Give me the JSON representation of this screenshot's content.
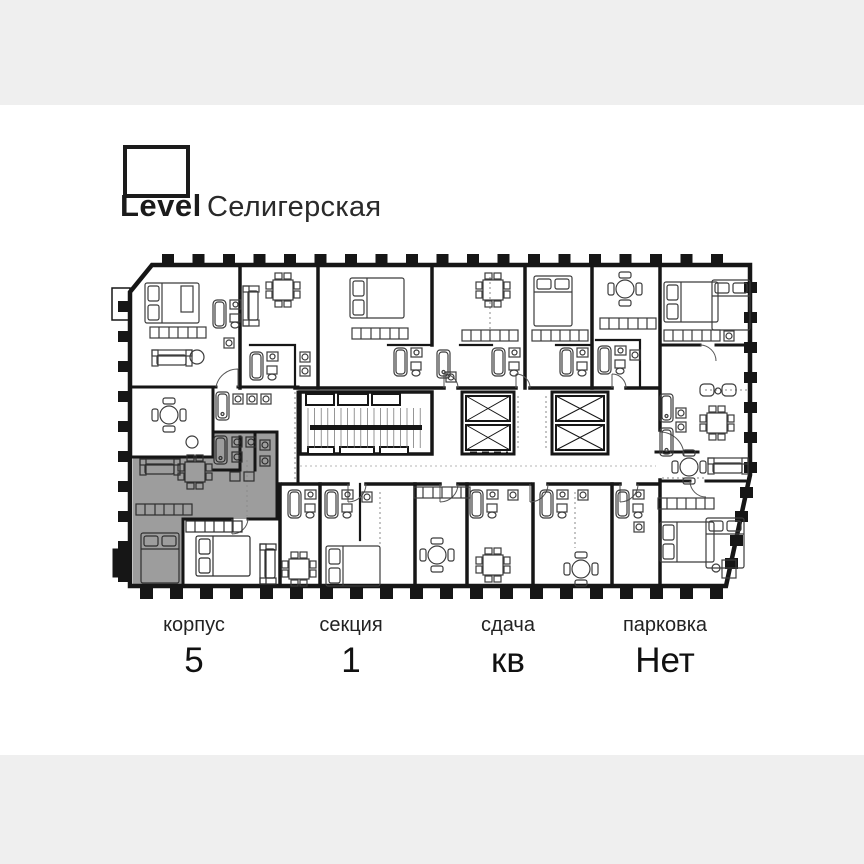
{
  "page": {
    "background_color": "#efefef",
    "card_color": "#ffffff"
  },
  "header": {
    "logo_text": "Level",
    "project_name": "Селигерская"
  },
  "floor_plan": {
    "wall_color": "#161616",
    "furniture_color": "#3c3c3c",
    "highlighted_unit_color": "#9d9d9d",
    "staircase_count": 1,
    "elevator_count": 4
  },
  "info_bar": {
    "columns": [
      {
        "label": "корпус",
        "value": "5"
      },
      {
        "label": "секция",
        "value": "1"
      },
      {
        "label": "сдача",
        "value": "кв"
      },
      {
        "label": "парковка",
        "value": "Нет"
      }
    ]
  }
}
